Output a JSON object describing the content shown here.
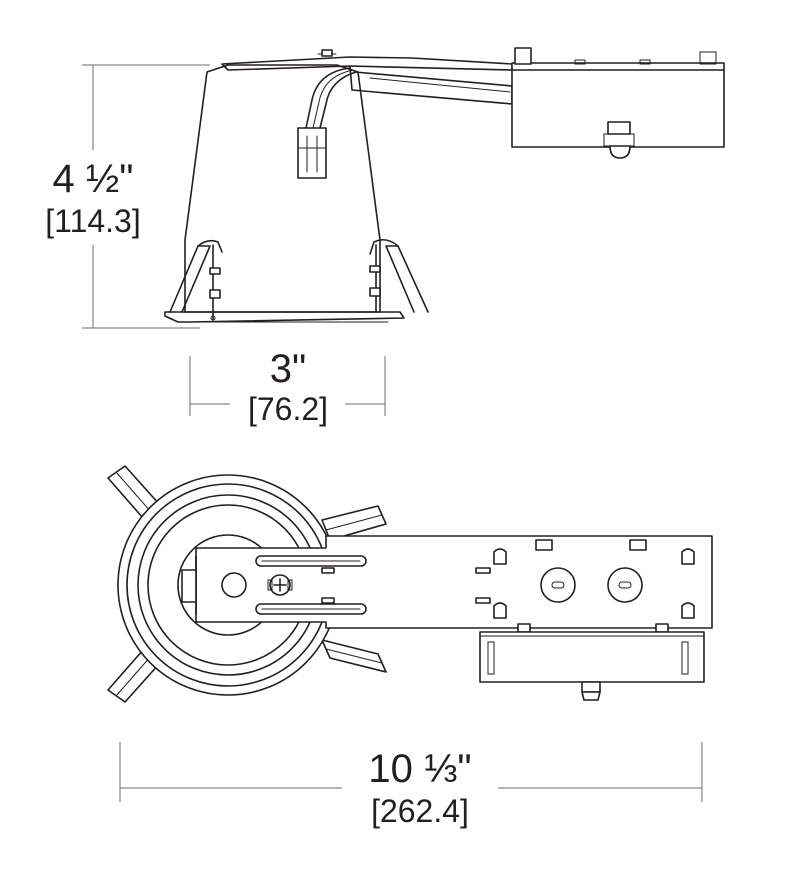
{
  "dimensions": {
    "height": {
      "imperial": "4 ½\"",
      "metric": "[114.3]"
    },
    "aperture": {
      "imperial": "3\"",
      "metric": "[76.2]"
    },
    "length": {
      "imperial": "10 ⅓\"",
      "metric": "[262.4]"
    }
  },
  "colors": {
    "line": "#231f20",
    "dimension_line": "#6d6e71",
    "background": "#ffffff"
  }
}
